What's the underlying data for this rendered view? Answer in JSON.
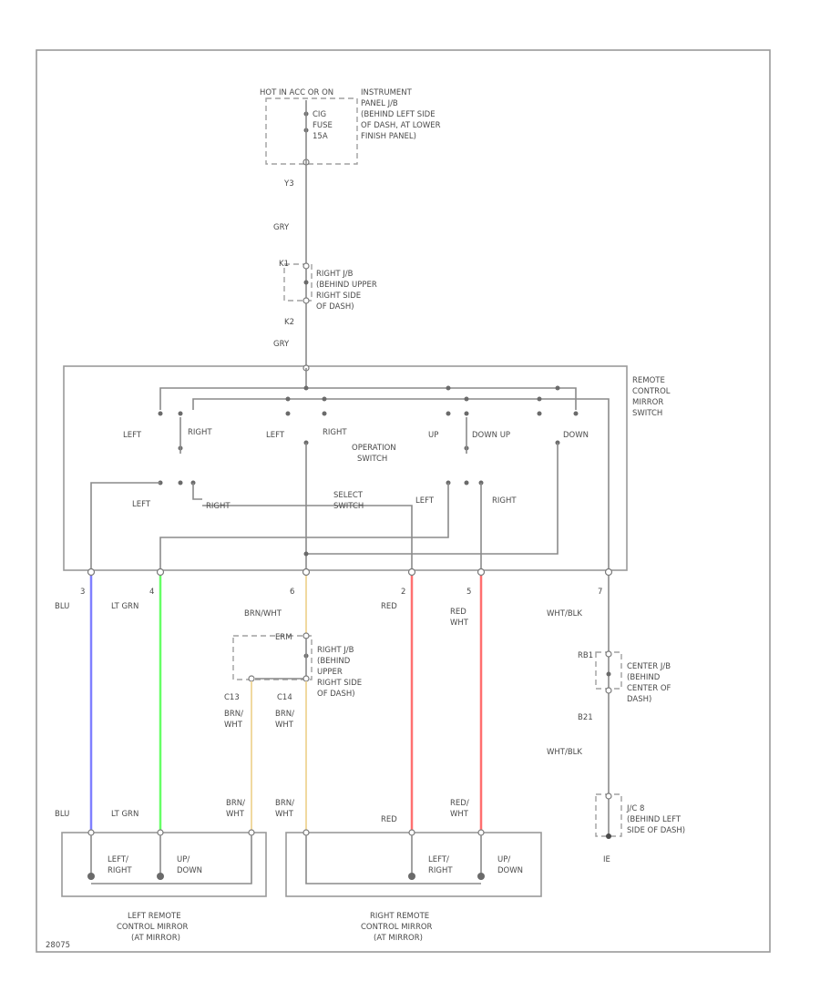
{
  "labels": {
    "hot_in_acc_on": "HOT IN ACC OR ON",
    "ip_jb": [
      "INSTRUMENT",
      "PANEL J/B",
      "(BEHIND LEFT SIDE",
      "OF DASH, AT LOWER",
      "FINISH PANEL)"
    ],
    "fuse": [
      "CIG",
      "FUSE",
      "15A"
    ],
    "conn_top": "Y3",
    "wire_gry_1": "GRY",
    "right_jb_top_conn": "K1",
    "right_jb_top": [
      "RIGHT J/B",
      "(BEHIND UPPER",
      "RIGHT SIDE",
      "OF DASH)"
    ],
    "conn_k2": "K2",
    "wire_gry_2": "GRY",
    "switch_name": [
      "REMOTE",
      "CONTROL",
      "MIRROR",
      "SWITCH"
    ],
    "op_left_1": "LEFT",
    "op_right_1": "RIGHT",
    "op_left_2": "LEFT",
    "op_right_2": "RIGHT",
    "op_up_1": "UP",
    "op_down_up": "DOWN  UP",
    "op_down_2": "DOWN",
    "operation_switch": [
      "OPERATION",
      "SWITCH"
    ],
    "select_switch": [
      "SELECT",
      "SWITCH"
    ],
    "sel_left_1": "LEFT",
    "sel_right_1": "RIGHT",
    "sel_left_2": "LEFT",
    "sel_right_2": "RIGHT",
    "pin_blu": "3",
    "pin_ltgrn": "4",
    "pin_brn": "6",
    "pin_red1": "2",
    "pin_red2": "5",
    "pin_wht": "7",
    "wire_blu": "BLU",
    "wire_ltgrn": "LT GRN",
    "wire_brn_top": "BRN/WHT",
    "wire_red1": "RED",
    "wire_red2": [
      "RED",
      "WHT"
    ],
    "wire_whtblk": "WHT/BLK",
    "splice_conn": "ERM",
    "right_jb_mid": [
      "RIGHT J/B",
      "(BEHIND",
      "UPPER",
      "RIGHT SIDE",
      "OF DASH)"
    ],
    "conn_c13": "C13",
    "conn_c14": "C14",
    "wire_brnwht_l": [
      "BRN/",
      "WHT"
    ],
    "wire_brnwht_r": [
      "BRN/",
      "WHT"
    ],
    "center_jb_conn": "RB1",
    "center_jb": [
      "CENTER J/B",
      "(BEHIND",
      "CENTER OF",
      "DASH)"
    ],
    "conn_b21": "B21",
    "wire_whtblk_2": "WHT/BLK",
    "ground_jb": [
      "J/C 8",
      "(BEHIND LEFT",
      "SIDE OF DASH)"
    ],
    "ground_id": "IE",
    "lm_blu": "BLU",
    "lm_ltgrn": "LT GRN",
    "lm_brnwht": [
      "BRN/",
      "WHT"
    ],
    "rm_brnwht": [
      "BRN/",
      "WHT"
    ],
    "rm_red": "RED",
    "rm_redwht": [
      "RED/",
      "WHT"
    ],
    "lm_motor1": [
      "LEFT/",
      "RIGHT"
    ],
    "lm_motor2": [
      "UP/",
      "DOWN"
    ],
    "rm_motor1": [
      "LEFT/",
      "RIGHT"
    ],
    "rm_motor2": [
      "UP/",
      "DOWN"
    ],
    "left_mirror": [
      "LEFT REMOTE",
      "CONTROL MIRROR",
      "(AT MIRROR)"
    ],
    "right_mirror": [
      "RIGHT REMOTE",
      "CONTROL MIRROR",
      "(AT MIRROR)"
    ],
    "diagram_id": "28075"
  },
  "colors": {
    "blu": "#8080ff",
    "lt_grn": "#66ff66",
    "brn_wht": "#f0d9a0",
    "red": "#ff7070",
    "red_wht": "#ff6f6f",
    "wire": "#8a8a8a"
  }
}
